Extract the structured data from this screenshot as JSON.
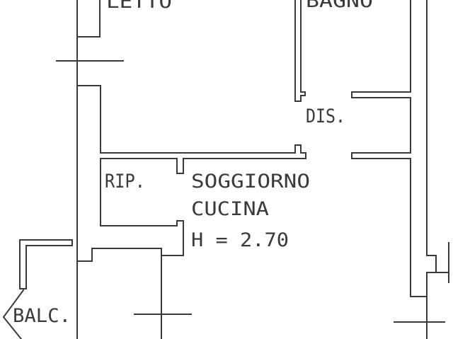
{
  "plan": {
    "rooms": {
      "letto": "LETTO",
      "bagno": "BAGNO",
      "dis": "DIS.",
      "rip": "RIP.",
      "soggiorno": "SOGGIORNO",
      "cucina": "CUCINA",
      "height": "H = 2.70",
      "balc": "BALC."
    },
    "colors": {
      "line": "#3a3a3a",
      "background": "#ffffff"
    }
  }
}
